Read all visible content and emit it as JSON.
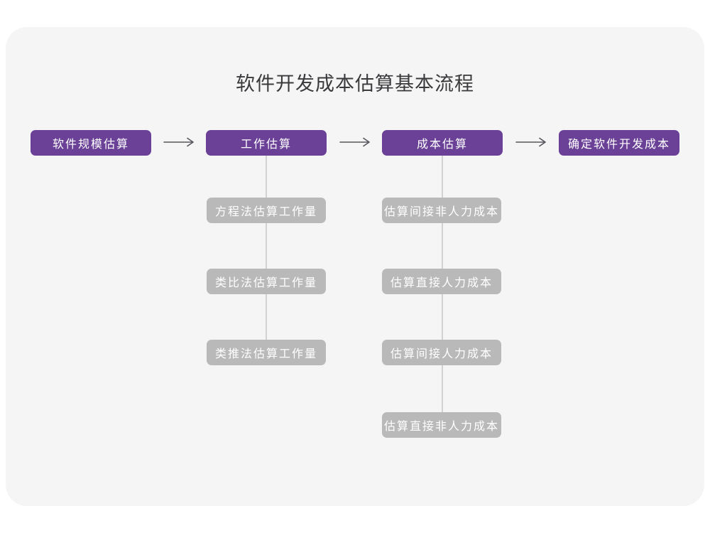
{
  "title": "软件开发成本估算基本流程",
  "flow": {
    "main_nodes": [
      {
        "label": "软件规模估算"
      },
      {
        "label": "工作估算"
      },
      {
        "label": "成本估算"
      },
      {
        "label": "确定软件开发成本"
      }
    ],
    "work_estimation_children": [
      {
        "label": "方程法估算工作量"
      },
      {
        "label": "类比法估算工作量"
      },
      {
        "label": "类推法估算工作量"
      }
    ],
    "cost_estimation_children": [
      {
        "label": "估算间接非人力成本"
      },
      {
        "label": "估算直接人力成本"
      },
      {
        "label": "估算间接人力成本"
      },
      {
        "label": "估算直接非人力成本"
      }
    ]
  },
  "colors": {
    "node_purple": "#6A4197",
    "node_gray": "#B9B9B9",
    "connector": "#D2D2D2",
    "arrow": "#55565A",
    "card_bg": "#F5F5F6",
    "page_bg": "#FFFFFF",
    "title_color": "#3A3A3C",
    "node_text": "#FFFFFF"
  }
}
